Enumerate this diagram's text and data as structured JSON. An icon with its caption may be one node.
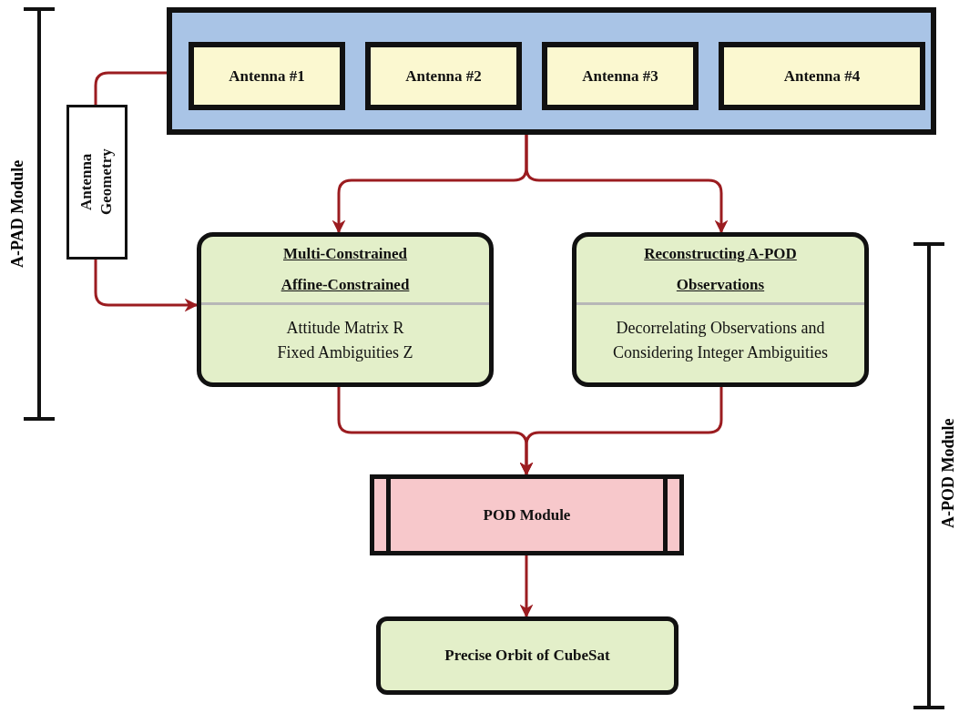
{
  "diagram": {
    "nodes": [
      {
        "text": [],
        "shape": "box"
      },
      {
        "text": [
          "Antenna #1"
        ],
        "in": 0
      },
      {
        "text": [
          "Antenna #2"
        ],
        "in": 0
      },
      {
        "text": [
          "Antenna #3"
        ],
        "in": 0
      },
      {
        "text": [
          "Antenna #4"
        ],
        "in": 0
      },
      {
        "text": [
          "Antenna Geometry"
        ]
      },
      {
        "text": [
          "Multi-Constrained Affine-Constrained",
          "Attitude Matrix R Fixed Ambiguities Z"
        ]
      },
      {
        "text": [
          "Reconstructing A-POD Observations",
          "Decorrelating Observations and Considering Integer Ambiguities"
        ]
      },
      {
        "text": [
          "POD Module"
        ]
      },
      {
        "text": [
          "Precise Orbit of CubeSat"
        ]
      }
    ],
    "edges": [
      {
        "from": 0,
        "to": 5,
        "arrow": "none"
      },
      {
        "from": 5,
        "to": 6,
        "arrow": "to"
      },
      {
        "from": 0,
        "to": 6,
        "arrow": "to"
      },
      {
        "from": 0,
        "to": 7,
        "arrow": "to"
      },
      {
        "from": 6,
        "to": 8,
        "arrow": "to"
      },
      {
        "from": 7,
        "to": 8,
        "arrow": "to"
      },
      {
        "from": 8,
        "to": 9,
        "arrow": "to"
      }
    ],
    "labels": [
      "A-PAD Module",
      "A-POD Module"
    ]
  }
}
